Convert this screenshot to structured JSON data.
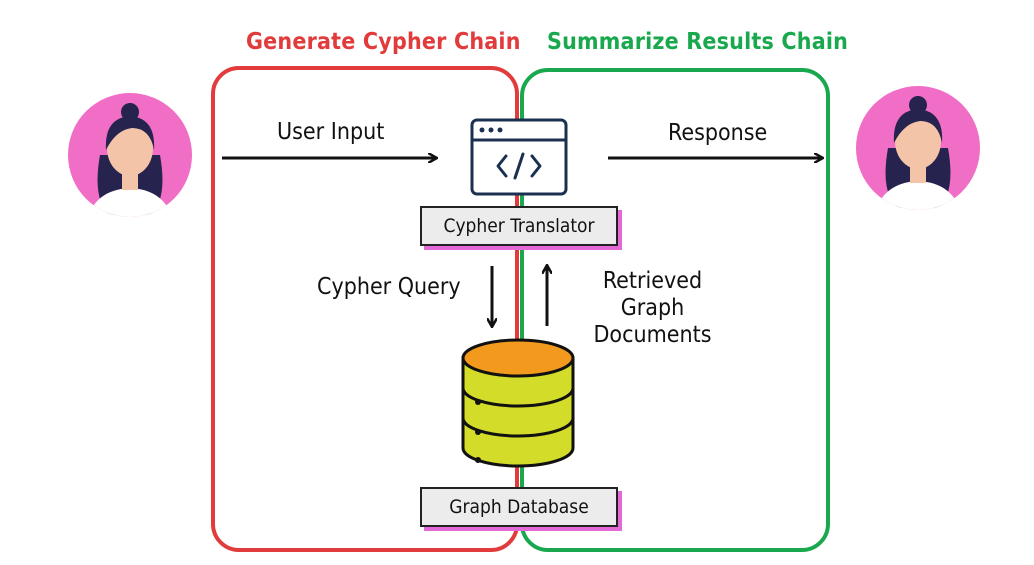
{
  "chains": {
    "generate": {
      "title": "Generate Cypher Chain",
      "color": "#e23b3b"
    },
    "summarize": {
      "title": "Summarize Results Chain",
      "color": "#19a84e"
    }
  },
  "labels": {
    "user_input": "User Input",
    "response": "Response",
    "cypher_query": "Cypher Query",
    "retrieved": [
      "Retrieved",
      "Graph",
      "Documents"
    ]
  },
  "components": {
    "translator": "Cypher Translator",
    "database": "Graph Database"
  },
  "colors": {
    "avatar_bg": "#f06ec6",
    "db_top": "#f39a1e",
    "db_body": "#d3dc28",
    "tag_shadow": "#e36ad6"
  },
  "icons": [
    "user-avatar-icon",
    "code-window-icon",
    "database-icon"
  ]
}
